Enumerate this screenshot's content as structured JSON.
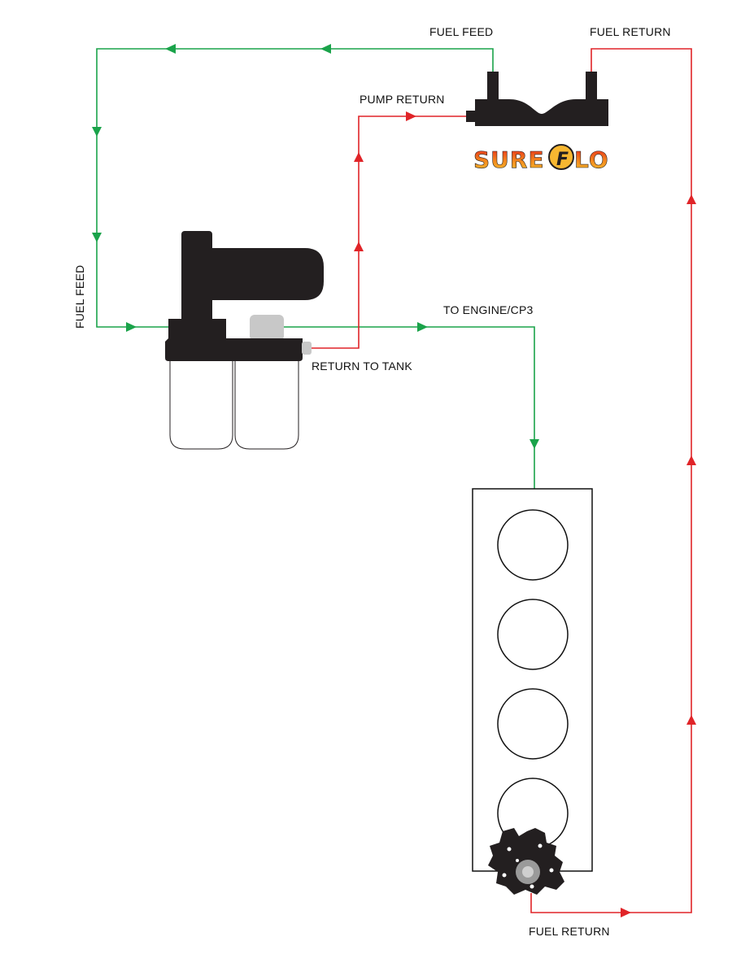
{
  "labels": {
    "fuel_feed_top": "FUEL FEED",
    "fuel_return_top": "FUEL RETURN",
    "pump_return": "PUMP RETURN",
    "fuel_feed_side": "FUEL FEED",
    "to_engine": "TO ENGINE/CP3",
    "return_to_tank": "RETURN TO TANK",
    "fuel_return_bottom": "FUEL RETURN"
  },
  "logo": {
    "left": "SURE",
    "badge": "F",
    "right": "LO"
  },
  "colors": {
    "feed_line": "#1aa34a",
    "return_line": "#e02428",
    "component": "#231f20",
    "outline": "#111111",
    "logo_gradient_top": "#e8231a",
    "logo_gradient_bottom": "#f7b731"
  },
  "engine": {
    "cylinder_count": 4
  }
}
